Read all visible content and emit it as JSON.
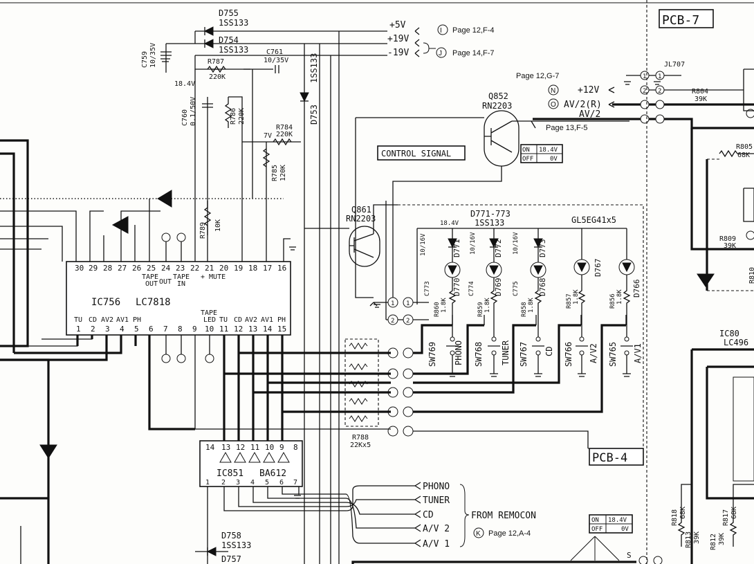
{
  "pcb_labels": {
    "pcb7": "PCB-7",
    "pcb4": "PCB-4"
  },
  "ic756": {
    "ref": "IC756",
    "part": "LC7818",
    "top_pins": [
      "30",
      "29",
      "28",
      "27",
      "26",
      "25",
      "24",
      "23",
      "22",
      "21",
      "20",
      "19",
      "18",
      "17",
      "16"
    ],
    "bottom_pins": [
      "1",
      "2",
      "3",
      "4",
      "5",
      "6",
      "7",
      "8",
      "9",
      "10",
      "11",
      "12",
      "13",
      "14",
      "15"
    ],
    "bottom_labels": [
      "TU",
      "CD",
      "AV2",
      "AV1",
      "PH",
      "",
      "",
      "",
      "",
      "TAPE LED",
      "TU",
      "CD",
      "AV2",
      "AV1",
      "PH"
    ],
    "tape_out": "TAPE OUT",
    "out": "OUT",
    "tape_in": "TAPE IN",
    "plus_mute": "+ MUTE",
    "tape_led_top": "TAPE",
    "tape_led_bottom": "LED"
  },
  "ic851": {
    "ref": "IC851",
    "part": "BA612",
    "top_pins": [
      "14",
      "13",
      "12",
      "11",
      "10",
      "9",
      "8"
    ],
    "bottom_pins": [
      "1",
      "2",
      "3",
      "4",
      "5",
      "6",
      "7"
    ]
  },
  "diodes": {
    "d755": "D755",
    "d755_part": "1SS133",
    "d754": "D754",
    "d754_part": "1SS133",
    "d753": "D753",
    "d753_part": "1SS133",
    "d758": "D758",
    "d758_part": "1SS133",
    "d757": "D757"
  },
  "caps": {
    "c759": "C759",
    "c759_v": "10/35V",
    "c761": "C761",
    "c761_v": "10/35V",
    "c760": "C760",
    "c760_v": "0.1/50V",
    "c773": "C773",
    "c773_v": "10/16V",
    "c774": "C774",
    "c774_v": "10/16V",
    "c775": "C775",
    "c775_v": "10/16V"
  },
  "resistors": {
    "r787": "R787",
    "r787_v": "220K",
    "r786": "R786",
    "r786_v": "220K",
    "r784": "R784",
    "r784_v": "220K",
    "r785": "R785",
    "r785_v": "120K",
    "r789": "R789",
    "r789_v": "10K",
    "r788": "R788",
    "r788_v": "22Kx5",
    "r804": "R804",
    "r804_v": "39K",
    "r805": "R805",
    "r805_v": "68K",
    "r809": "R809",
    "r809_v": "39K",
    "r860": "R860",
    "r860_v": "1.8K",
    "r859": "R859",
    "r859_v": "1.8K",
    "r858": "R858",
    "r858_v": "1.8K",
    "r857": "R857",
    "r857_v": "1.8K",
    "r856": "R856",
    "r856_v": "1.8K",
    "r818": "R818",
    "r818_v": "68K",
    "r813": "R813",
    "r813_v": "39K",
    "r817": "R817",
    "r817_v": "68K",
    "r812": "R812",
    "r812_v": "39K",
    "r810": "R810"
  },
  "voltages": {
    "v18_4": "18.4V",
    "v7": "7V",
    "v18_4b": "18.4V"
  },
  "supply": {
    "p5": "+5V",
    "p19": "+19V",
    "m19": "-19V",
    "p12": "+12V",
    "av2r": "AV/2(R)",
    "av2": "AV/2"
  },
  "refs": {
    "ref_i_letter": "I",
    "ref_i_page": "Page 12,F-4",
    "ref_j_letter": "J",
    "ref_j_page": "Page 14,F-7",
    "ref_g7": "Page 12,G-7",
    "ref_n": "N",
    "ref_o": "O",
    "ref_f5": "Page 13,F-5",
    "ref_k_letter": "K",
    "ref_k_page": "Page 12,A-4"
  },
  "transistors": {
    "q852": "Q852",
    "q852_part": "RN2203",
    "q861": "Q861",
    "q861_part": "RN2203"
  },
  "control_signal": "CONTROL SIGNAL",
  "onoff_table": {
    "on": "ON",
    "on_v": "18.4V",
    "off": "OFF",
    "off_v": "0V"
  },
  "jl707": "JL707",
  "leds": {
    "group": "D771-773",
    "group_part": "1SS133",
    "gl": "GL5EG41x5",
    "d771": "D771",
    "d772": "D772",
    "d773": "D773",
    "d770": "D770",
    "d769": "D769",
    "d768": "D768",
    "d767": "D767",
    "d766": "D766"
  },
  "switches": [
    {
      "ref": "SW769",
      "label": "PHONO"
    },
    {
      "ref": "SW768",
      "label": "TUNER"
    },
    {
      "ref": "SW767",
      "label": "CD"
    },
    {
      "ref": "SW766",
      "label": "A/V2"
    },
    {
      "ref": "SW765",
      "label": "A/V1"
    }
  ],
  "remocon": {
    "inputs": [
      "PHONO",
      "TUNER",
      "CD",
      "A/V 2",
      "A/V 1"
    ],
    "from": "FROM REMOCON"
  },
  "ic80x": {
    "ref": "IC80",
    "part": "LC496"
  },
  "misc": {
    "s": "S",
    "pin1": "1",
    "pin2": "2",
    "pin7": "7",
    "pin8": "8"
  }
}
